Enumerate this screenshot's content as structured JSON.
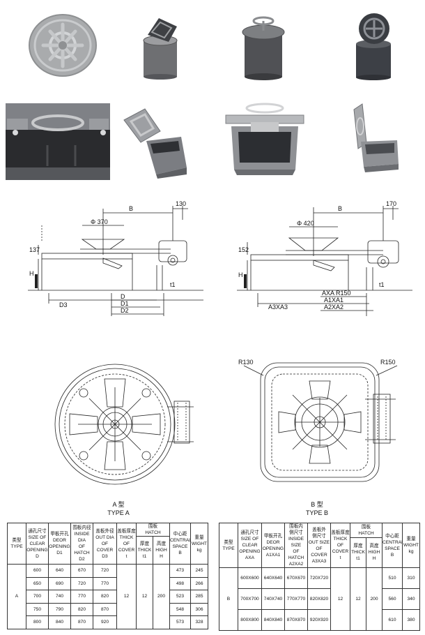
{
  "drawing_a": {
    "labels": {
      "B": "B",
      "dim_130": "130",
      "dia_370": "Φ 370",
      "h137": "137",
      "H": "H",
      "t1": "t1",
      "D3": "D3",
      "D": "D",
      "D1": "D1",
      "D2": "D2"
    }
  },
  "drawing_b": {
    "labels": {
      "B": "B",
      "dim_170": "170",
      "dia_420": "Φ 420",
      "h152": "152",
      "H": "H",
      "t1": "t1",
      "A3XA3": "A3XA3",
      "AXA_R150": "AXA  R150",
      "A1XA1": "A1XA1",
      "A2XA2": "A2XA2",
      "R130": "R130",
      "R150": "R150"
    }
  },
  "captions": {
    "type_a_cn": "A 型",
    "type_a_en": "TYPE A",
    "type_b_cn": "B 型",
    "type_b_en": "TYPE B"
  },
  "table_a": {
    "headers": {
      "type": [
        "类型",
        "TYPE"
      ],
      "clear": [
        "通孔尺寸",
        "SIZE OF",
        "CLEAR",
        "OPENING",
        "D"
      ],
      "door": [
        "甲板开孔",
        "DEOR",
        "OPENING",
        "D1"
      ],
      "inside": [
        "围板内径",
        "INSIDE DIA",
        "OF HATCH",
        "D2"
      ],
      "outside": [
        "盖板外径",
        "OUT DIA",
        "OF COVER",
        "D3"
      ],
      "thick": [
        "盖板厚度",
        "THICK",
        "OF COVER",
        "t"
      ],
      "hatch": [
        "围板",
        "HATCH"
      ],
      "hatch_thick": [
        "厚度",
        "THICK",
        "t1"
      ],
      "hatch_high": [
        "高度",
        "HIGH",
        "H"
      ],
      "central": [
        "中心距",
        "CENTRAL",
        "SPACE",
        "B"
      ],
      "weight": [
        "重量",
        "WIGHT",
        "kg"
      ]
    },
    "type_value": "A",
    "thick_value": "12",
    "hatch_thick_value": "12",
    "hatch_high_value": "200",
    "rows": [
      {
        "clear": "600",
        "door": "640",
        "inside": "670",
        "outside": "720",
        "central": "473",
        "weight": "245"
      },
      {
        "clear": "650",
        "door": "690",
        "inside": "720",
        "outside": "770",
        "central": "498",
        "weight": "266"
      },
      {
        "clear": "700",
        "door": "740",
        "inside": "770",
        "outside": "820",
        "central": "523",
        "weight": "285"
      },
      {
        "clear": "750",
        "door": "790",
        "inside": "820",
        "outside": "870",
        "central": "548",
        "weight": "306"
      },
      {
        "clear": "800",
        "door": "840",
        "inside": "870",
        "outside": "920",
        "central": "573",
        "weight": "328"
      }
    ]
  },
  "table_b": {
    "headers": {
      "type": [
        "类型",
        "TYPE"
      ],
      "clear": [
        "通孔尺寸",
        "SIZE OF",
        "CLEAR",
        "OPENING",
        "AXA"
      ],
      "door": [
        "甲板开孔",
        "DEOR",
        "OPENING",
        "A1XA1"
      ],
      "inside": [
        "围板内",
        "侧尺寸",
        "INSIDE SIZE",
        "OF HATCH",
        "A2XA2"
      ],
      "outside": [
        "盖板外",
        "侧尺寸",
        "OUT SIZE",
        "OF COVER",
        "A3XA3"
      ],
      "thick": [
        "盖板厚度",
        "THICK",
        "OF COVER",
        "t"
      ],
      "hatch": [
        "围板",
        "HATCH"
      ],
      "hatch_thick": [
        "厚度",
        "THICK",
        "t1"
      ],
      "hatch_high": [
        "高度",
        "HIGH",
        "H"
      ],
      "central": [
        "中心距",
        "CENTRAL",
        "SPACE",
        "B"
      ],
      "weight": [
        "重量",
        "WIGHT",
        "kg"
      ]
    },
    "type_value": "B",
    "thick_value": "12",
    "hatch_thick_value": "12",
    "hatch_high_value": "200",
    "rows": [
      {
        "clear": "600X600",
        "door": "640X640",
        "inside": "670X670",
        "outside": "720X720",
        "central": "510",
        "weight": "310"
      },
      {
        "clear": "700X700",
        "door": "740X740",
        "inside": "770X770",
        "outside": "820X820",
        "central": "560",
        "weight": "340"
      },
      {
        "clear": "800X800",
        "door": "840X840",
        "inside": "870X870",
        "outside": "920X920",
        "central": "610",
        "weight": "380"
      }
    ]
  }
}
